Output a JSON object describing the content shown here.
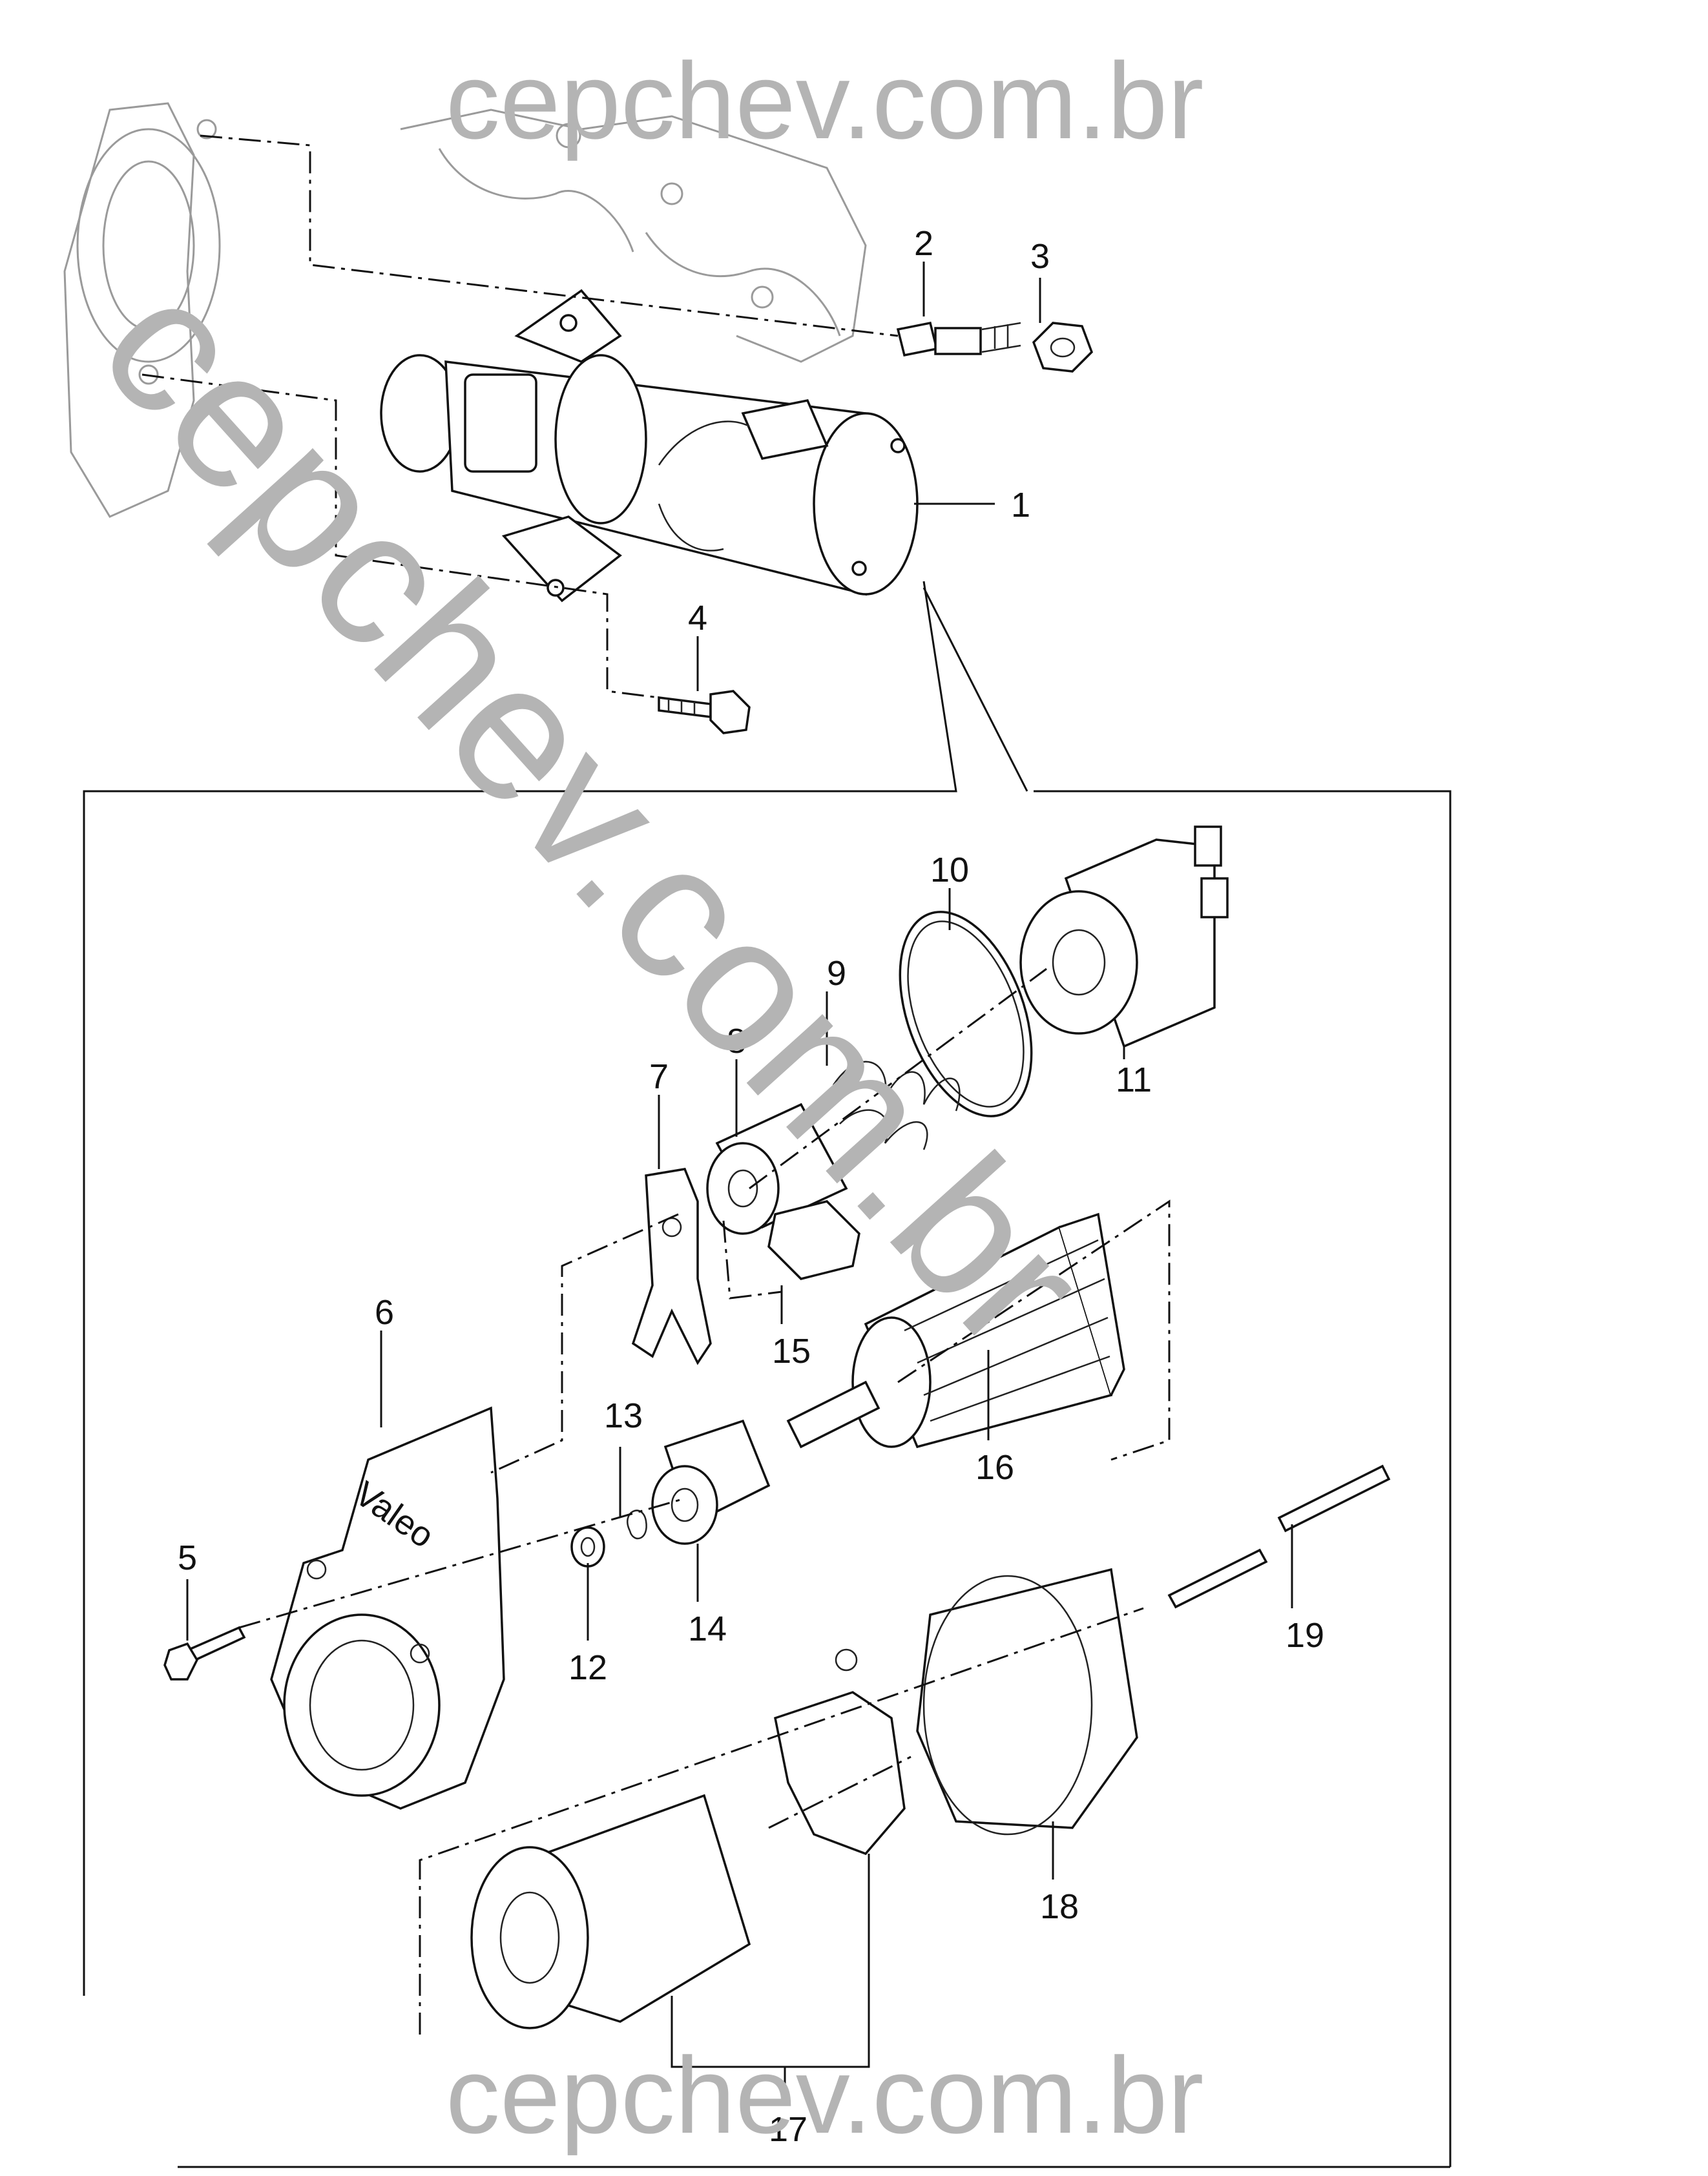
{
  "watermarks": {
    "top": "cepchev.com.br",
    "diagonal": "cepchev.com.br",
    "bottom": "cepchev.com.br"
  },
  "callouts": [
    "1",
    "2",
    "3",
    "4",
    "5",
    "6",
    "7",
    "8",
    "9",
    "10",
    "11",
    "12",
    "13",
    "14",
    "15",
    "16",
    "17",
    "18",
    "19"
  ],
  "brand_mark": "Valeo"
}
